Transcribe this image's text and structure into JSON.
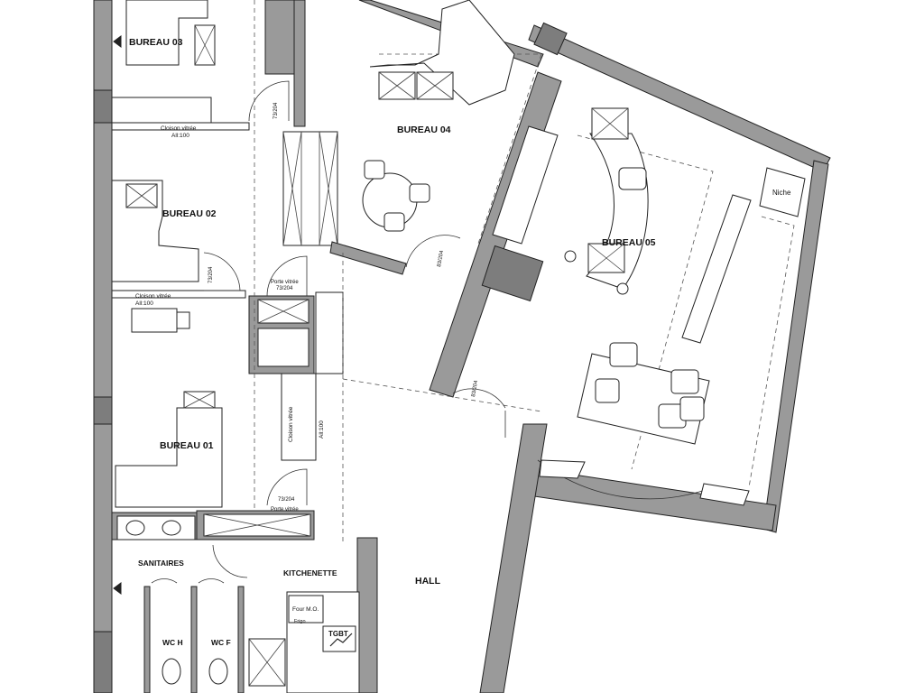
{
  "rooms": {
    "bureau_01": "BUREAU 01",
    "bureau_02": "BUREAU 02",
    "bureau_03": "BUREAU 03",
    "bureau_04": "BUREAU 04",
    "bureau_05": "BUREAU 05",
    "sanitaires": "SANITAIRES",
    "kitchenette": "KITCHENETTE",
    "hall": "HALL",
    "niche": "Niche",
    "wc_h": "WC H",
    "wc_f": "WC F"
  },
  "partitions": {
    "cloison_vitree_1": "Cloison vitrée",
    "alt_1": "All:100",
    "cloison_vitree_2": "Cloison vitrée",
    "alt_2": "All:100",
    "cloison_vitree_3": "Cloison vitrée",
    "alt_3": "All:100"
  },
  "doors": {
    "door_b03": "73/204",
    "door_b02": "73/204",
    "porte_vitree_1": "Porte vitrée",
    "door_vitree_1": "73/204",
    "door_b04": "83/204",
    "door_b05": "83/204",
    "door_b01": "73/204",
    "porte_vitree_2": "Porte vitrée"
  },
  "fixtures": {
    "four": "Four M.O.",
    "frigo": "Frigo",
    "tgbt": "TGBT"
  }
}
